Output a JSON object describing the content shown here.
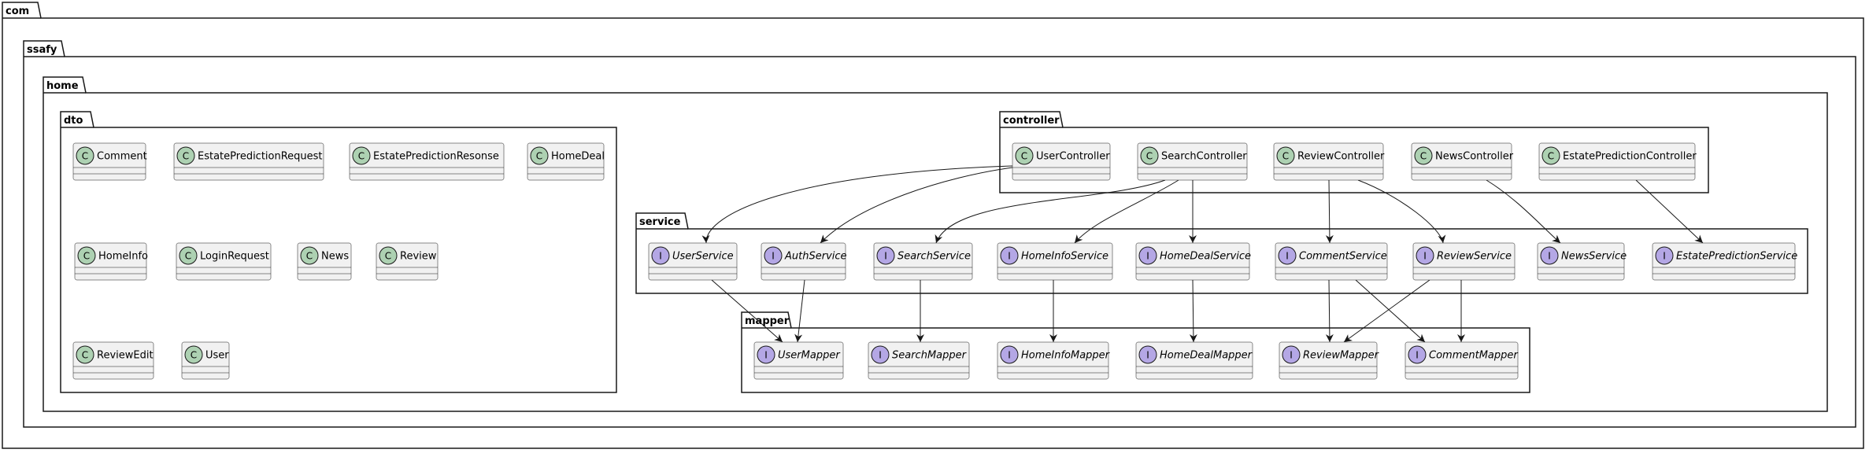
{
  "diagram": {
    "packages": [
      {
        "id": "com",
        "label": "com"
      },
      {
        "id": "ssafy",
        "label": "ssafy"
      },
      {
        "id": "home",
        "label": "home"
      },
      {
        "id": "dto",
        "label": "dto"
      },
      {
        "id": "controller",
        "label": "controller"
      },
      {
        "id": "service",
        "label": "service"
      },
      {
        "id": "mapper",
        "label": "mapper"
      }
    ],
    "classifiers": [
      {
        "id": "Comment",
        "name": "Comment",
        "kind": "class",
        "package": "dto"
      },
      {
        "id": "EstatePredictionRequest",
        "name": "EstatePredictionRequest",
        "kind": "class",
        "package": "dto"
      },
      {
        "id": "EstatePredictionResonse",
        "name": "EstatePredictionResonse",
        "kind": "class",
        "package": "dto"
      },
      {
        "id": "HomeDeal",
        "name": "HomeDeal",
        "kind": "class",
        "package": "dto"
      },
      {
        "id": "HomeInfo",
        "name": "HomeInfo",
        "kind": "class",
        "package": "dto"
      },
      {
        "id": "LoginRequest",
        "name": "LoginRequest",
        "kind": "class",
        "package": "dto"
      },
      {
        "id": "News",
        "name": "News",
        "kind": "class",
        "package": "dto"
      },
      {
        "id": "Review",
        "name": "Review",
        "kind": "class",
        "package": "dto"
      },
      {
        "id": "ReviewEdit",
        "name": "ReviewEdit",
        "kind": "class",
        "package": "dto"
      },
      {
        "id": "User",
        "name": "User",
        "kind": "class",
        "package": "dto"
      },
      {
        "id": "UserController",
        "name": "UserController",
        "kind": "class",
        "package": "controller"
      },
      {
        "id": "SearchController",
        "name": "SearchController",
        "kind": "class",
        "package": "controller"
      },
      {
        "id": "ReviewController",
        "name": "ReviewController",
        "kind": "class",
        "package": "controller"
      },
      {
        "id": "NewsController",
        "name": "NewsController",
        "kind": "class",
        "package": "controller"
      },
      {
        "id": "EstatePredictionController",
        "name": "EstatePredictionController",
        "kind": "class",
        "package": "controller"
      },
      {
        "id": "UserService",
        "name": "UserService",
        "kind": "interface",
        "package": "service"
      },
      {
        "id": "AuthService",
        "name": "AuthService",
        "kind": "interface",
        "package": "service"
      },
      {
        "id": "SearchService",
        "name": "SearchService",
        "kind": "interface",
        "package": "service"
      },
      {
        "id": "HomeInfoService",
        "name": "HomeInfoService",
        "kind": "interface",
        "package": "service"
      },
      {
        "id": "HomeDealService",
        "name": "HomeDealService",
        "kind": "interface",
        "package": "service"
      },
      {
        "id": "CommentService",
        "name": "CommentService",
        "kind": "interface",
        "package": "service"
      },
      {
        "id": "ReviewService",
        "name": "ReviewService",
        "kind": "interface",
        "package": "service"
      },
      {
        "id": "NewsService",
        "name": "NewsService",
        "kind": "interface",
        "package": "service"
      },
      {
        "id": "EstatePredictionService",
        "name": "EstatePredictionService",
        "kind": "interface",
        "package": "service"
      },
      {
        "id": "UserMapper",
        "name": "UserMapper",
        "kind": "interface",
        "package": "mapper"
      },
      {
        "id": "SearchMapper",
        "name": "SearchMapper",
        "kind": "interface",
        "package": "mapper"
      },
      {
        "id": "HomeInfoMapper",
        "name": "HomeInfoMapper",
        "kind": "interface",
        "package": "mapper"
      },
      {
        "id": "HomeDealMapper",
        "name": "HomeDealMapper",
        "kind": "interface",
        "package": "mapper"
      },
      {
        "id": "ReviewMapper",
        "name": "ReviewMapper",
        "kind": "interface",
        "package": "mapper"
      },
      {
        "id": "CommentMapper",
        "name": "CommentMapper",
        "kind": "interface",
        "package": "mapper"
      }
    ],
    "relations": [
      {
        "from": "UserController",
        "to": "UserService"
      },
      {
        "from": "UserController",
        "to": "AuthService"
      },
      {
        "from": "SearchController",
        "to": "SearchService"
      },
      {
        "from": "SearchController",
        "to": "HomeInfoService"
      },
      {
        "from": "SearchController",
        "to": "HomeDealService"
      },
      {
        "from": "ReviewController",
        "to": "CommentService"
      },
      {
        "from": "ReviewController",
        "to": "ReviewService"
      },
      {
        "from": "NewsController",
        "to": "NewsService"
      },
      {
        "from": "EstatePredictionController",
        "to": "EstatePredictionService"
      },
      {
        "from": "UserService",
        "to": "UserMapper"
      },
      {
        "from": "AuthService",
        "to": "UserMapper"
      },
      {
        "from": "SearchService",
        "to": "SearchMapper"
      },
      {
        "from": "HomeInfoService",
        "to": "HomeInfoMapper"
      },
      {
        "from": "HomeDealService",
        "to": "HomeDealMapper"
      },
      {
        "from": "CommentService",
        "to": "ReviewMapper"
      },
      {
        "from": "CommentService",
        "to": "CommentMapper"
      },
      {
        "from": "ReviewService",
        "to": "ReviewMapper"
      },
      {
        "from": "ReviewService",
        "to": "CommentMapper"
      }
    ],
    "badges": {
      "class": "C",
      "interface": "I"
    },
    "colors": {
      "class_badge": "#ADD1B2",
      "interface_badge": "#B4A7E5",
      "box_fill": "#F1F1F1",
      "box_stroke": "#181818",
      "line": "#181818"
    }
  }
}
